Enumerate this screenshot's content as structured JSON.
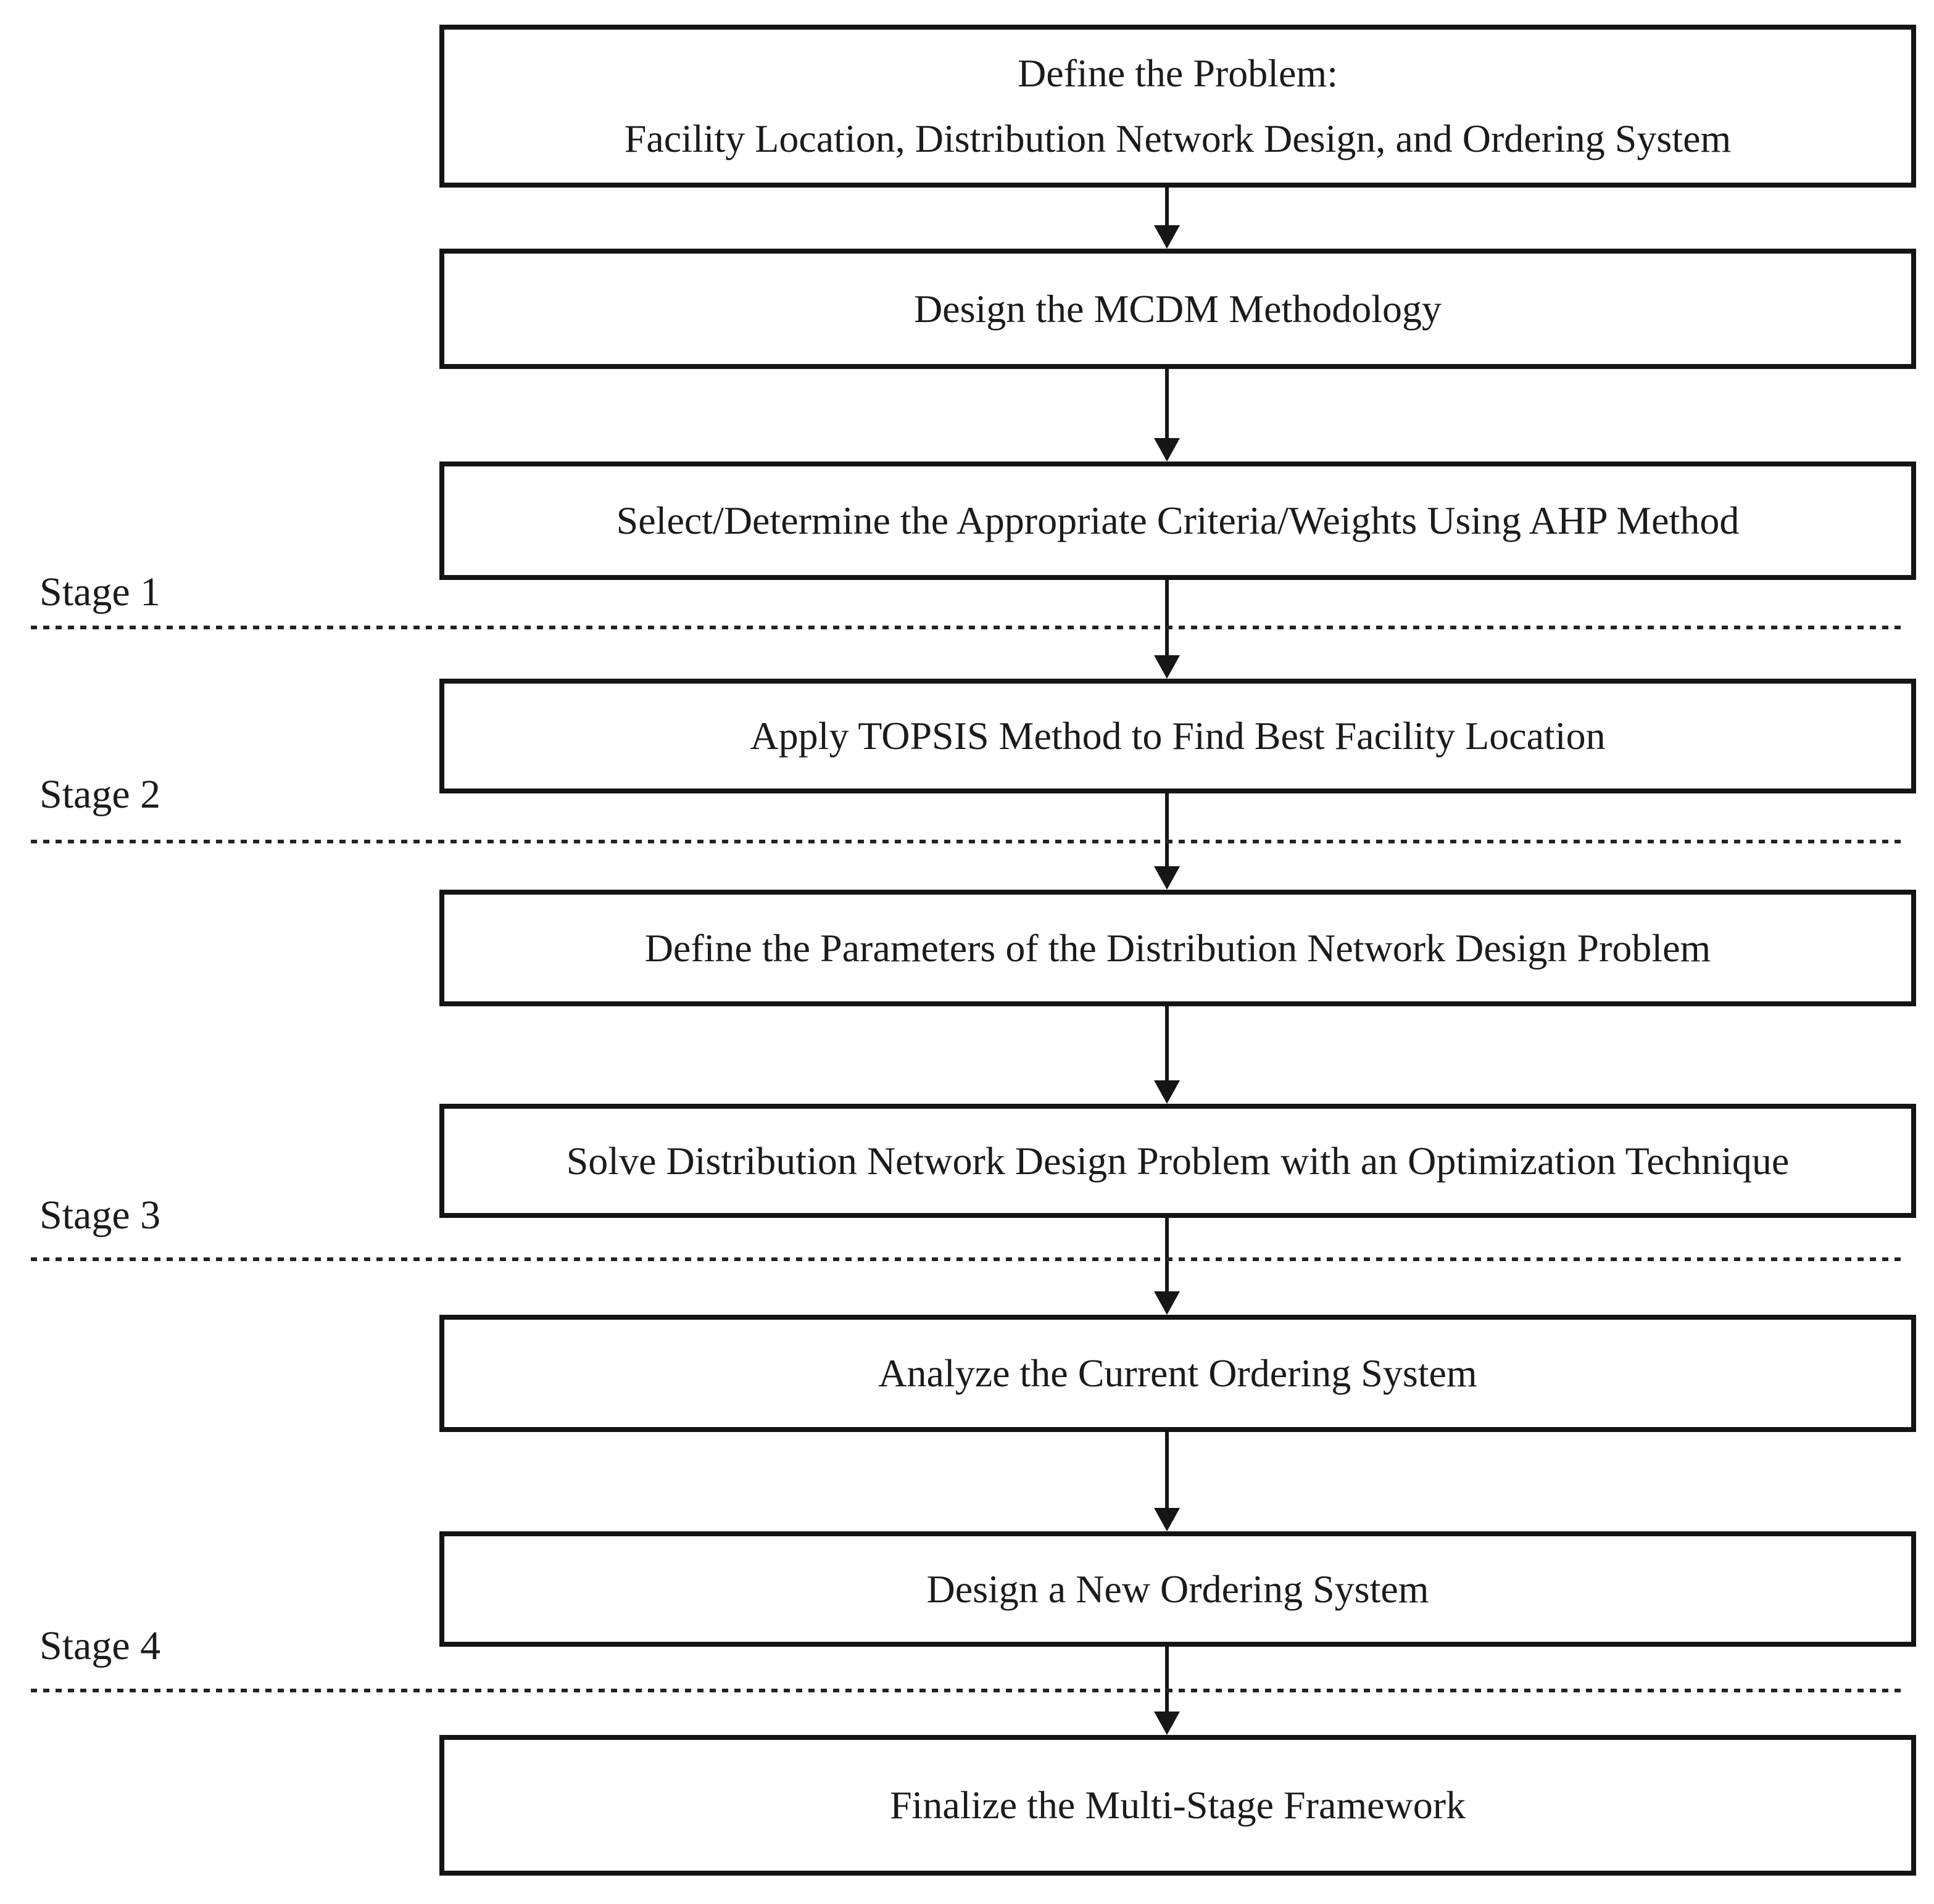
{
  "flow": {
    "boxes": [
      {
        "line1": "Define the Problem:",
        "line2": "Facility Location, Distribution Network Design, and Ordering System"
      },
      {
        "label": "Design the MCDM Methodology"
      },
      {
        "label": "Select/Determine the Appropriate Criteria/Weights Using AHP Method"
      },
      {
        "label": "Apply TOPSIS Method to Find Best Facility Location"
      },
      {
        "label": "Define the Parameters of the Distribution Network Design Problem"
      },
      {
        "label": "Solve Distribution Network Design Problem with an Optimization Technique"
      },
      {
        "label": "Analyze the Current Ordering System"
      },
      {
        "label": "Design a New Ordering System"
      },
      {
        "label": "Finalize the Multi-Stage Framework"
      }
    ],
    "stages": [
      {
        "label": "Stage 1"
      },
      {
        "label": "Stage 2"
      },
      {
        "label": "Stage 3"
      },
      {
        "label": "Stage 4"
      }
    ],
    "colors": {
      "box_border": "#141414",
      "text": "#1b1b1b",
      "arrow": "#161616",
      "separator": "#232323",
      "background": "#ffffff"
    }
  }
}
